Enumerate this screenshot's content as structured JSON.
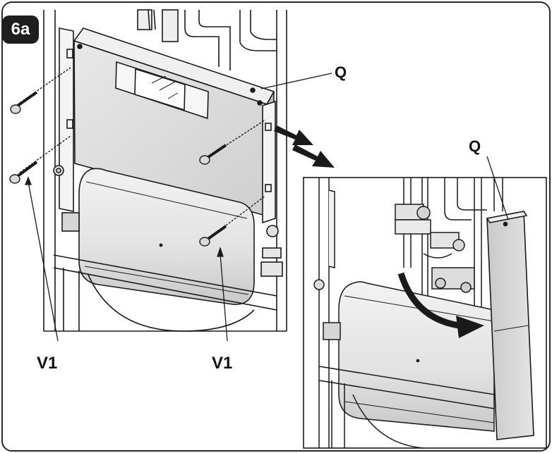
{
  "figure": {
    "step_badge": "6a",
    "labels": {
      "panel_main": "Q",
      "panel_detail": "Q",
      "screw_left": "V1",
      "screw_right": "V1"
    }
  },
  "colors": {
    "line": "#1a1a1a",
    "panel_fill": "#e6e6e6",
    "panel_shade": "#d2d2d2",
    "badge": "#1e1e1e",
    "arrow": "#1a1a1a"
  }
}
